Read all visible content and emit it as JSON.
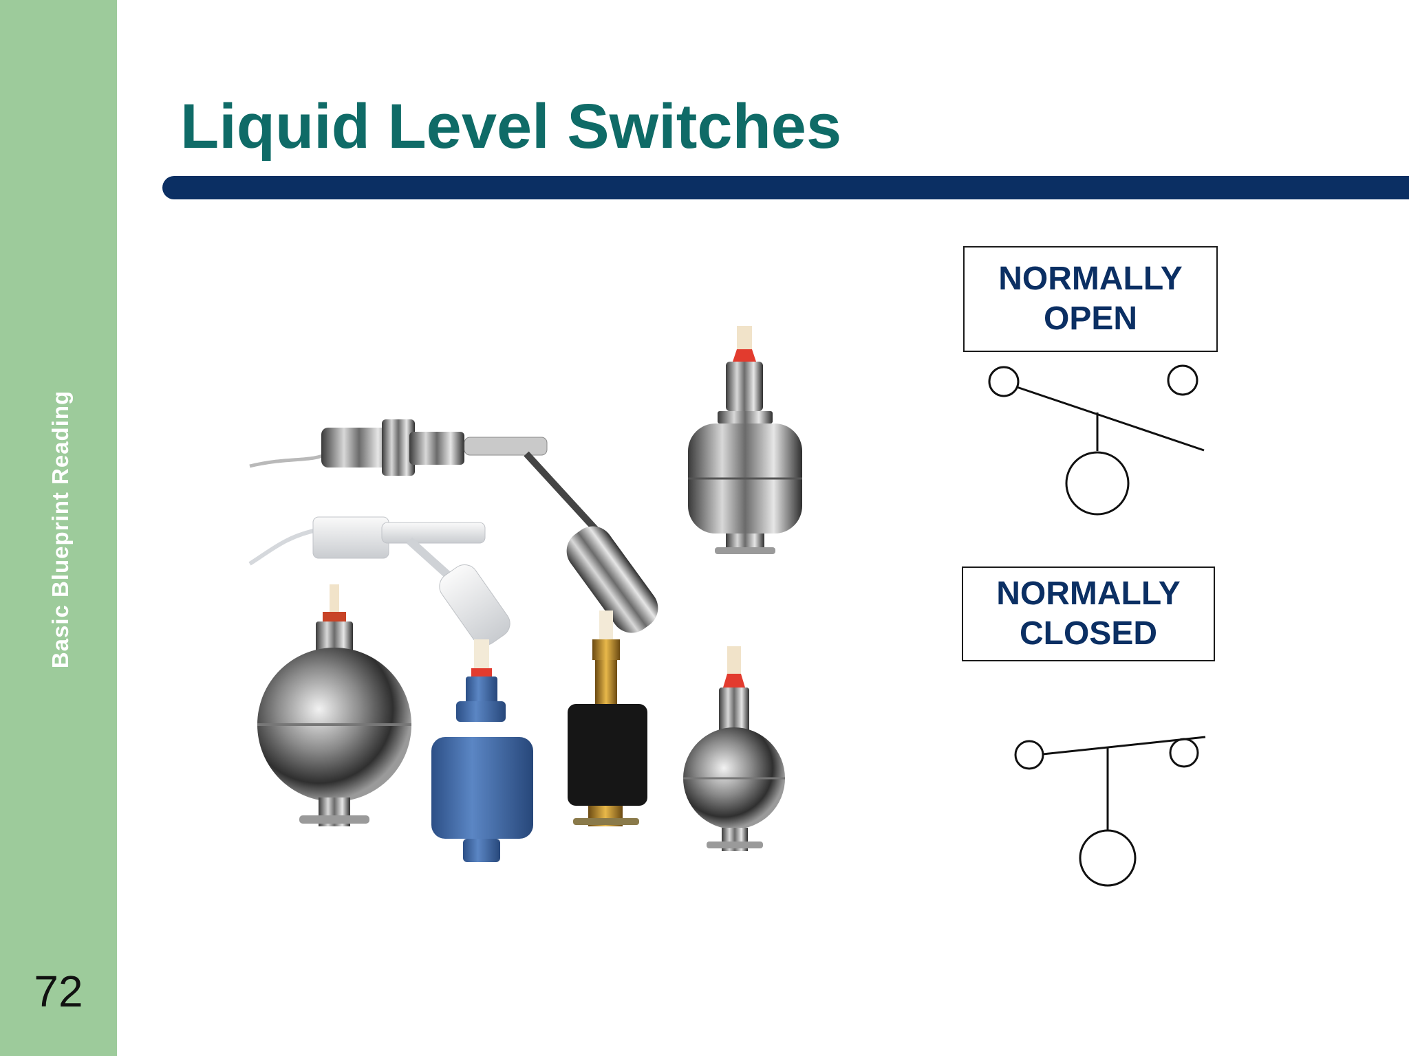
{
  "sidebar": {
    "label": "Basic Blueprint Reading",
    "page_number": "72"
  },
  "slide": {
    "title": "Liquid Level Switches"
  },
  "symbols": {
    "normally_open": {
      "line1": "NORMALLY",
      "line2": "OPEN"
    },
    "normally_closed": {
      "line1": "NORMALLY",
      "line2": "CLOSED"
    }
  },
  "colors": {
    "sidebar": "#9dcb9b",
    "title": "#0f6b67",
    "rule": "#0b2f63",
    "symbol_text": "#0b2f63"
  }
}
